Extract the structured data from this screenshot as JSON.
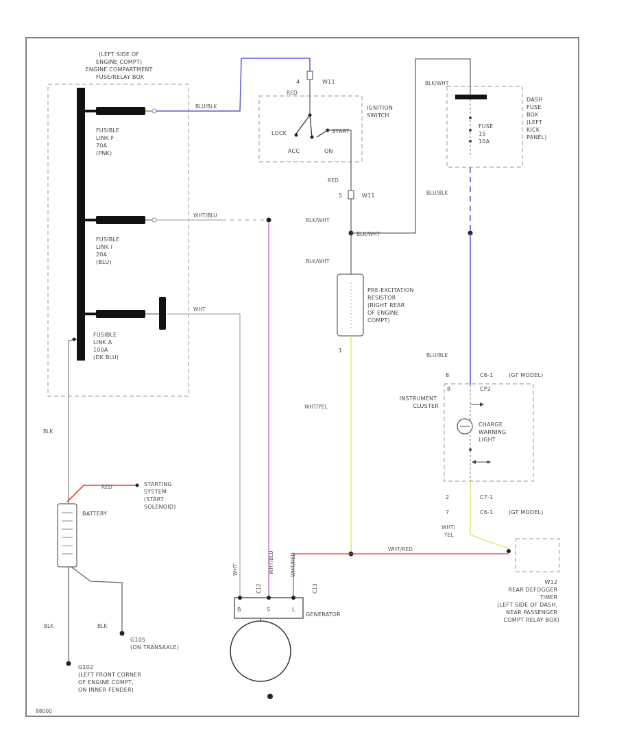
{
  "fuse_box": {
    "title": [
      "(LEFT SIDE OF",
      "ENGINE COMPT)",
      "ENGINE COMPARTMENT",
      "FUSE/RELAY BOX"
    ],
    "fusible_f": [
      "FUSIBLE",
      "LINK F",
      "70A",
      "(PNK)"
    ],
    "fusible_i": [
      "FUSIBLE",
      "LINK I",
      "20A",
      "(BLU)"
    ],
    "fusible_a": [
      "FUSIBLE",
      "LINK A",
      "100A",
      "(DK BLU)"
    ]
  },
  "ignition": {
    "title": [
      "IGNITION",
      "SWITCH"
    ],
    "connector_top": "W11",
    "connector_bottom": "W11",
    "pin_top": "4",
    "pin_bottom": "5",
    "lock": "LOCK",
    "start": "START",
    "acc": "ACC",
    "on": "ON"
  },
  "dash_fuse": {
    "title": [
      "DASH",
      "FUSE",
      "BOX",
      "(LEFT",
      "KICK",
      "PANEL)"
    ],
    "fuse": [
      "FUSE",
      "15",
      "10A"
    ]
  },
  "resistor": {
    "title": [
      "PRE-EXCITATION",
      "RESISTOR",
      "(RIGHT REAR",
      "OF ENGINE",
      "COMPT)"
    ],
    "pin": "1"
  },
  "cluster": {
    "title": [
      "INSTRUMENT",
      "CLUSTER"
    ],
    "lamp": [
      "CHARGE",
      "WARNING",
      "LIGHT"
    ],
    "c1_pin": "8",
    "c1_name": "C6-1",
    "c1_note": "(GT MODEL)",
    "c2_name": "CP2",
    "c3_pin": "2",
    "c3_name": "C7-1",
    "c4_pin": "7",
    "c4_name": "C6-1",
    "c4_note": "(GT MODEL)"
  },
  "battery": {
    "title": "BATTERY"
  },
  "starting": {
    "title": [
      "STARTING",
      "SYSTEM",
      "(START",
      "SOLENOID)"
    ]
  },
  "generator": {
    "title": "GENERATOR",
    "t_b": "B",
    "t_s": "S",
    "t_l": "L"
  },
  "rear_defogger": {
    "title": [
      "W12",
      "REAR DEFOGGER",
      "TIMER",
      "(LEFT SIDE OF DASH,",
      "NEAR PASSENGER",
      "COMPT RELAY BOX)"
    ]
  },
  "grounds": {
    "g105": [
      "G105",
      "(ON TRANSAXLE)"
    ],
    "g102": [
      "G102",
      "(LEFT FRONT CORNER",
      "OF ENGINE COMPT,",
      "ON INNER FENDER)"
    ]
  },
  "wires": {
    "blu_blk": "BLU/BLK",
    "red_top": "RED",
    "red_sw": "RED",
    "blk_wht_top": "BLK/WHT",
    "wht_blu": "WHT/BLU",
    "blk_wht_mid": "BLK/WHT",
    "blk_wht_r": "BLK/WHT",
    "blk_wht_low": "BLK/WHT",
    "blu_blk_r": "BLU/BLK",
    "blu_blk_r2": "BLU/BLK",
    "wht_main": "WHT",
    "blk_batt": "BLK",
    "red_batt": "RED",
    "wht_yel": "WHT/YEL",
    "wht_yel_r": [
      "WHT/",
      "YEL"
    ],
    "wht_red": "WHT/RED",
    "blk_g105": "BLK",
    "blk_g102": "BLK",
    "wht_gen": "WHT",
    "wht_blu_gen": "WHT/BLU",
    "wht_red_gen": "WHT/RED",
    "c12": "C12",
    "c13": "C13"
  },
  "footer": "88000",
  "colors": {
    "blue": "#5a5ad8",
    "red": "#ee3b3b",
    "yellow": "#e6e67a",
    "purple": "#c77ad0",
    "wire_gray": "#aaaaaa",
    "wire_dark": "#666666"
  }
}
